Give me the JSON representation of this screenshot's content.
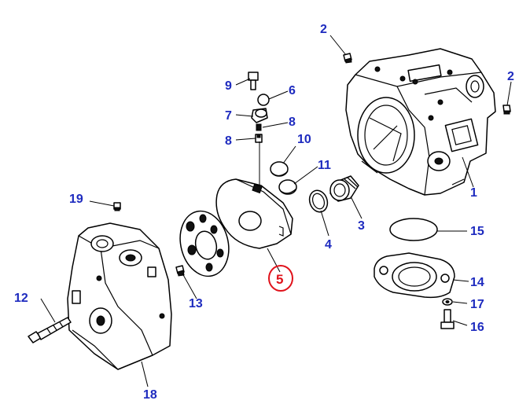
{
  "diagram": {
    "highlight_color": "#e0121b",
    "label_color": "#1e2bbf",
    "highlighted_part": "5",
    "callouts": [
      {
        "id": "c1",
        "text": "1"
      },
      {
        "id": "c2a",
        "text": "2"
      },
      {
        "id": "c2b",
        "text": "2"
      },
      {
        "id": "c3",
        "text": "3"
      },
      {
        "id": "c4",
        "text": "4"
      },
      {
        "id": "c5",
        "text": "5"
      },
      {
        "id": "c6",
        "text": "6"
      },
      {
        "id": "c7",
        "text": "7"
      },
      {
        "id": "c8a",
        "text": "8"
      },
      {
        "id": "c8b",
        "text": "8"
      },
      {
        "id": "c9",
        "text": "9"
      },
      {
        "id": "c10",
        "text": "10"
      },
      {
        "id": "c11",
        "text": "11"
      },
      {
        "id": "c12",
        "text": "12"
      },
      {
        "id": "c13",
        "text": "13"
      },
      {
        "id": "c14",
        "text": "14"
      },
      {
        "id": "c15",
        "text": "15"
      },
      {
        "id": "c16",
        "text": "16"
      },
      {
        "id": "c17",
        "text": "17"
      },
      {
        "id": "c18",
        "text": "18"
      },
      {
        "id": "c19",
        "text": "19"
      }
    ]
  }
}
